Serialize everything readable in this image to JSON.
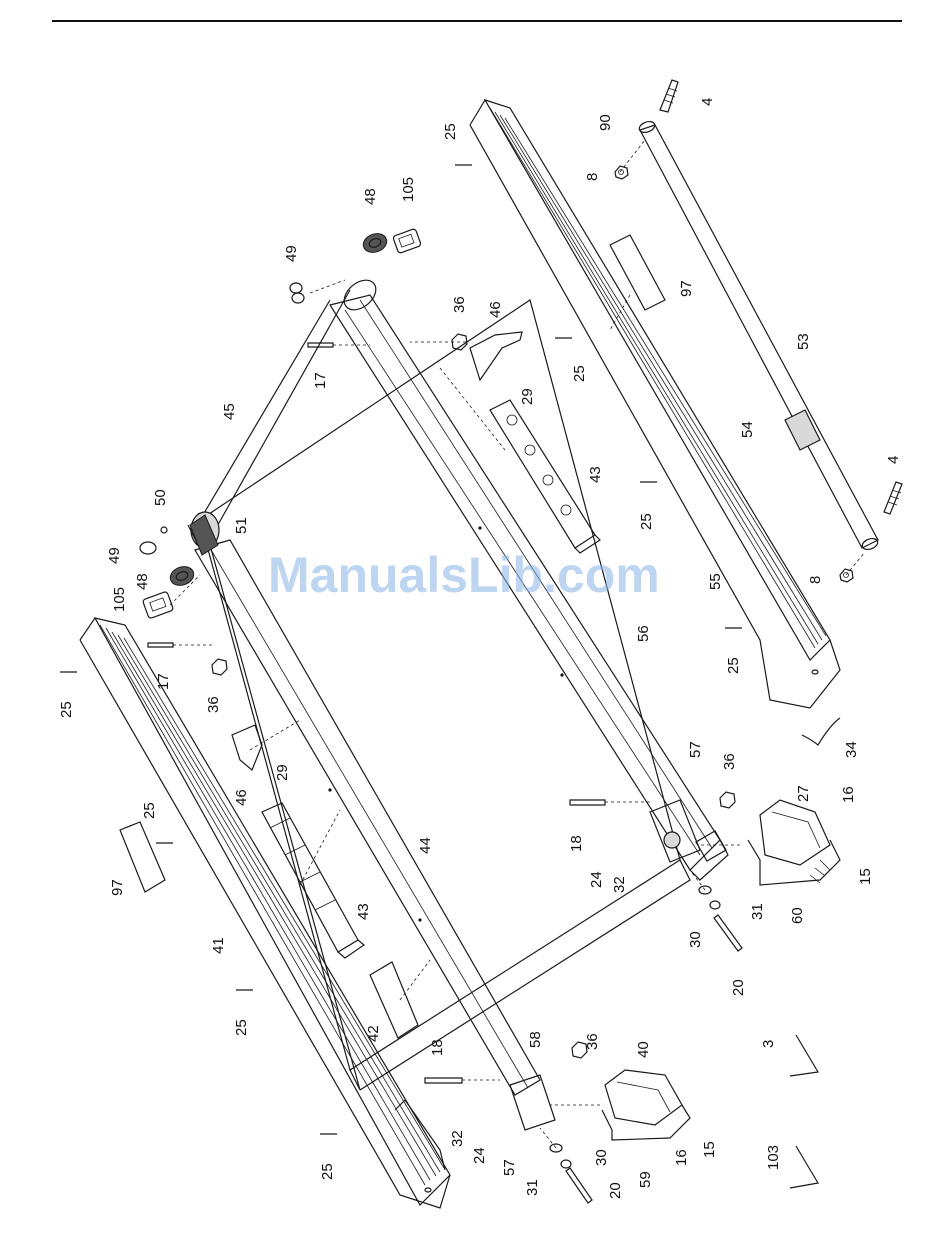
{
  "watermark": "ManualsLib.com",
  "colors": {
    "line": "#1a1a1a",
    "watermark": "#8ab4e6",
    "shade": "#d9d9d9"
  },
  "labels": {
    "l4a": "4",
    "l90": "90",
    "l8a": "8",
    "l25a": "25",
    "l48a": "48",
    "l105a": "105",
    "l49a": "49",
    "l36a": "36",
    "l46a": "46",
    "l17a": "17",
    "l29a": "29",
    "l97a": "97",
    "l25b": "25",
    "l53": "53",
    "l45": "45",
    "l54": "54",
    "l43a": "43",
    "l4b": "4",
    "l50": "50",
    "l51": "51",
    "l49b": "49",
    "l48b": "48",
    "l105b": "105",
    "l25c": "25",
    "l55": "55",
    "l56": "56",
    "l8b": "8",
    "l25d": "25",
    "l17b": "17",
    "l36b": "36",
    "l25e": "25",
    "l29b": "29",
    "l46b": "46",
    "l34": "34",
    "l57a": "57",
    "l36c": "36",
    "l27": "27",
    "l16a": "16",
    "l25f": "25",
    "l97b": "97",
    "l44": "44",
    "l18a": "18",
    "l24a": "24",
    "l32a": "32",
    "l15a": "15",
    "l43b": "43",
    "l41": "41",
    "l60": "60",
    "l31a": "31",
    "l30a": "30",
    "l25g": "25",
    "l20a": "20",
    "l42": "42",
    "l3": "3",
    "l18b": "18",
    "l58": "58",
    "l36d": "36",
    "l40": "40",
    "l32b": "32",
    "l24b": "24",
    "l57b": "57",
    "l30b": "30",
    "l16b": "16",
    "l15b": "15",
    "l103": "103",
    "l25h": "25",
    "l31b": "31",
    "l20b": "20",
    "l59": "59"
  }
}
